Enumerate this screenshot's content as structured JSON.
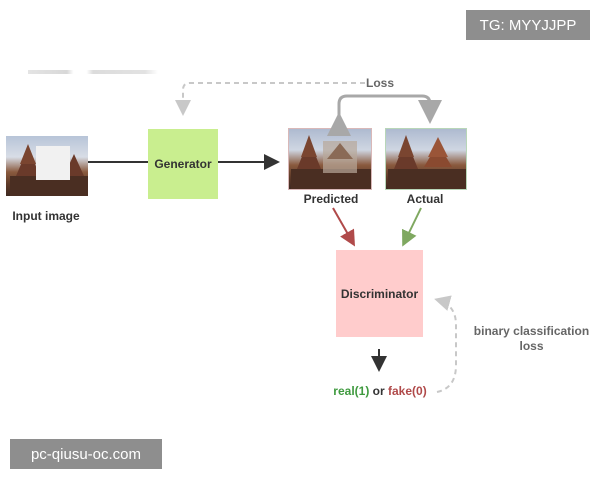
{
  "watermarks": {
    "top_right": "TG: MYYJJPP",
    "bottom_left": "pc-qiusu-oc.com"
  },
  "diagram": {
    "input_label": "Input image",
    "generator_label": "Generator",
    "predicted_label": "Predicted",
    "actual_label": "Actual",
    "loss_label": "Loss",
    "discriminator_label": "Discriminator",
    "binary_loss_line1": "binary classification",
    "binary_loss_line2": "loss",
    "output_real": "real(1)",
    "output_or": "or",
    "output_fake": "fake(0)"
  },
  "colors": {
    "generator_fill": "#c9ee8f",
    "discriminator_fill": "#ffcccc",
    "predicted_arrow": "#b04a4a",
    "actual_arrow": "#7fa860",
    "real_text": "#3f9a3f",
    "fake_text": "#b04a4a",
    "loss_arrow": "#a8a8a8",
    "dashed_line": "#c8c8c8"
  }
}
